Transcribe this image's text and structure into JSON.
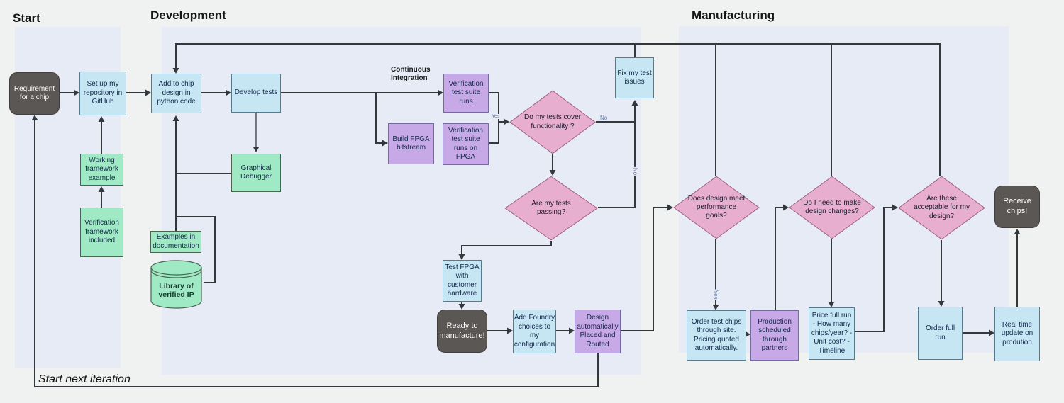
{
  "sections": {
    "start": {
      "title": "Start"
    },
    "development": {
      "title": "Development"
    },
    "manufacturing": {
      "title": "Manufacturing"
    }
  },
  "annotations": {
    "continuous_integration": "Continuous Integration",
    "start_next_iteration": "Start next iteration"
  },
  "nodes": {
    "requirement": {
      "label": "Requirement for a chip"
    },
    "setup_repo": {
      "label": "Set up my repository in GitHub"
    },
    "add_to_chip": {
      "label": "Add to chip design in python code"
    },
    "develop_tests": {
      "label": "Develop tests"
    },
    "working_framework": {
      "label": "Working framework example"
    },
    "verification_framework": {
      "label": "Verification framework included"
    },
    "graphical_debugger": {
      "label": "Graphical Debugger"
    },
    "examples_docs": {
      "label": "Examples in documentation"
    },
    "library_ip": {
      "label": "Library of verified IP"
    },
    "build_fpga": {
      "label": "Build FPGA bitstream"
    },
    "verif_suite": {
      "label": "Verification test suite runs"
    },
    "verif_suite_fpga": {
      "label": "Verification test suite runs on FPGA"
    },
    "tests_cover": {
      "label": "Do my tests cover functionality ?"
    },
    "tests_passing": {
      "label": "Are my tests passing?"
    },
    "fix_issues": {
      "label": "Fix my test issues"
    },
    "test_fpga_hw": {
      "label": "Test FPGA with customer hardware"
    },
    "ready_mfg": {
      "label": "Ready to manufacture!"
    },
    "foundry_choices": {
      "label": "Add Foundry choices to my configuration"
    },
    "design_pr": {
      "label": "Design automatically Placed and Routed"
    },
    "meets_goals": {
      "label": "Does design meet performance goals?"
    },
    "order_test_chips": {
      "label": "Order test chips through site. Pricing quoted automatically."
    },
    "production_sched": {
      "label": "Production scheduled through partners"
    },
    "need_changes": {
      "label": "Do I need to make design changes?"
    },
    "price_full_run": {
      "label": "Price full run - How many chips/year? -Unit cost? -Timeline"
    },
    "order_full_run": {
      "label": "Order full run"
    },
    "realtime_update": {
      "label": "Real time update on prodution"
    },
    "receive_chips": {
      "label": "Receive chips!"
    }
  },
  "edge_labels": {
    "cover_no": "No",
    "passing_no": "No",
    "junction_yes": "Yes",
    "goals_yes": "Yes"
  },
  "colors": {
    "background": "#f0f1f1",
    "panel": "#e6ebf5",
    "box_cyan": "#c6e6f4",
    "box_purple": "#c6a9e6",
    "box_green": "#9fe9c5",
    "diamond_pink": "#e7aed0",
    "terminal_dark": "#5b5755",
    "edge_line": "#33383d"
  }
}
